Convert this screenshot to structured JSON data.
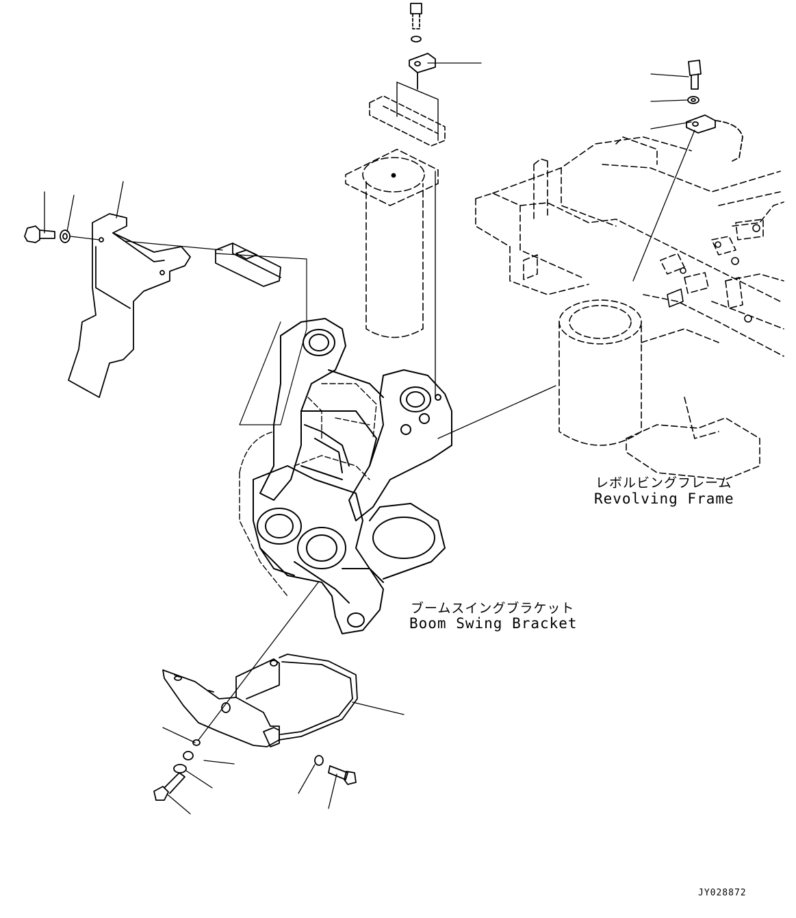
{
  "labels": {
    "revolving_frame_jp": "レボルビングフレーム",
    "revolving_frame_en": "Revolving Frame",
    "boom_swing_bracket_jp": "ブームスイングブラケット",
    "boom_swing_bracket_en": "Boom Swing Bracket"
  },
  "drawing_code": "JY028872",
  "colors": {
    "line": "#000000",
    "background": "#ffffff"
  }
}
